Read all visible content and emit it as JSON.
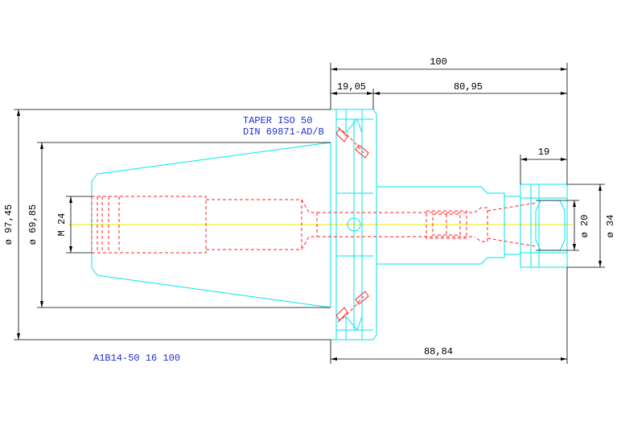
{
  "notes": {
    "taper_line1": "TAPER ISO 50",
    "taper_line2": "DIN 69871-AD/B",
    "part_code": "A1B14-50 16 100"
  },
  "dimensions": {
    "overall_length": "100",
    "flange_length": "19,05",
    "body_length": "80,95",
    "nut_length": "19",
    "bottom_length": "88,84",
    "dia_flange": "ø 97,45",
    "dia_taper": "ø 69,85",
    "thread": "M 24",
    "dia_bore": "ø 20",
    "dia_nut": "ø 34"
  },
  "colors": {
    "outline": "#00e5ee",
    "hidden": "#ff2020",
    "centerline": "#e8e800",
    "dimension": "#000000",
    "note": "#2030d0"
  }
}
